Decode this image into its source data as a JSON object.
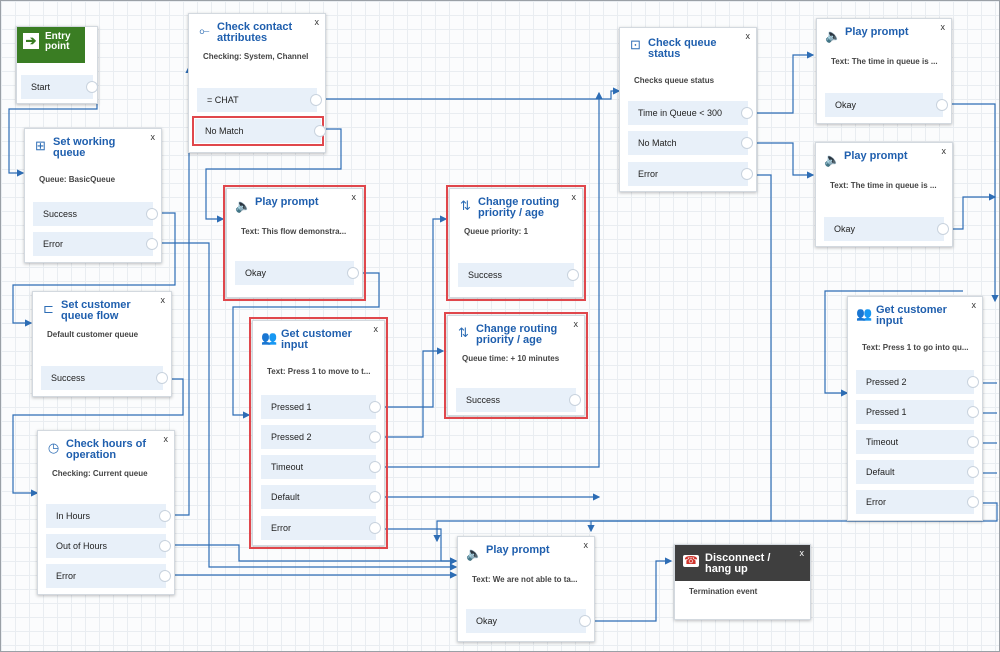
{
  "colors": {
    "accent": "#1f5fae",
    "wire": "#2d6db5",
    "highlight": "#e0474c",
    "entry": "#3a7d23",
    "disconnect": "#3f3f3f"
  },
  "close_glyph": "x",
  "entry": {
    "title": "Entry point",
    "icon": "arrow-right-icon",
    "branch": "Start"
  },
  "check_contact": {
    "title": "Check contact attributes",
    "icon": "branch-icon",
    "subtitle": "Checking: System, Channel",
    "branches": [
      "= CHAT",
      "No Match"
    ]
  },
  "set_queue": {
    "title": "Set working queue",
    "icon": "queue-icon",
    "subtitle": "Queue: BasicQueue",
    "branches": [
      "Success",
      "Error"
    ]
  },
  "play_prompt_1": {
    "title": "Play prompt",
    "icon": "speaker-icon",
    "subtitle": "Text: This flow demonstra...",
    "branches": [
      "Okay"
    ]
  },
  "change_priority_1": {
    "title": "Change routing priority / age",
    "icon": "priority-icon",
    "subtitle": "Queue priority: 1",
    "branches": [
      "Success"
    ]
  },
  "change_priority_2": {
    "title": "Change routing priority / age",
    "icon": "priority-icon",
    "subtitle": "Queue time: + 10 minutes",
    "branches": [
      "Success"
    ]
  },
  "check_queue_status": {
    "title": "Check queue status",
    "icon": "status-icon",
    "subtitle": "Checks queue status",
    "branches": [
      "Time in Queue < 300",
      "No Match",
      "Error"
    ]
  },
  "play_prompt_top1": {
    "title": "Play prompt",
    "icon": "speaker-icon",
    "subtitle": "Text: The time in queue is ...",
    "branches": [
      "Okay"
    ]
  },
  "play_prompt_top2": {
    "title": "Play prompt",
    "icon": "speaker-icon",
    "subtitle": "Text: The time in queue is ...",
    "branches": [
      "Okay"
    ]
  },
  "set_queue_flow": {
    "title": "Set customer queue flow",
    "icon": "queue-flow-icon",
    "subtitle": "Default customer queue",
    "branches": [
      "Success"
    ]
  },
  "get_input_1": {
    "title": "Get customer input",
    "icon": "user-input-icon",
    "subtitle": "Text: Press 1 to move to t...",
    "branches": [
      "Pressed 1",
      "Pressed 2",
      "Timeout",
      "Default",
      "Error"
    ]
  },
  "get_input_2": {
    "title": "Get customer input",
    "icon": "user-input-icon",
    "subtitle": "Text: Press 1 to go into qu...",
    "branches": [
      "Pressed 2",
      "Pressed 1",
      "Timeout",
      "Default",
      "Error"
    ]
  },
  "check_hours": {
    "title": "Check hours of operation",
    "icon": "clock-icon",
    "subtitle": "Checking: Current queue",
    "branches": [
      "In Hours",
      "Out of Hours",
      "Error"
    ]
  },
  "play_prompt_bottom": {
    "title": "Play prompt",
    "icon": "speaker-icon",
    "subtitle": "Text: We are not able to ta...",
    "branches": [
      "Okay"
    ]
  },
  "disconnect": {
    "title": "Disconnect / hang up",
    "icon": "phone-hangup-icon",
    "subtitle": "Termination event"
  }
}
